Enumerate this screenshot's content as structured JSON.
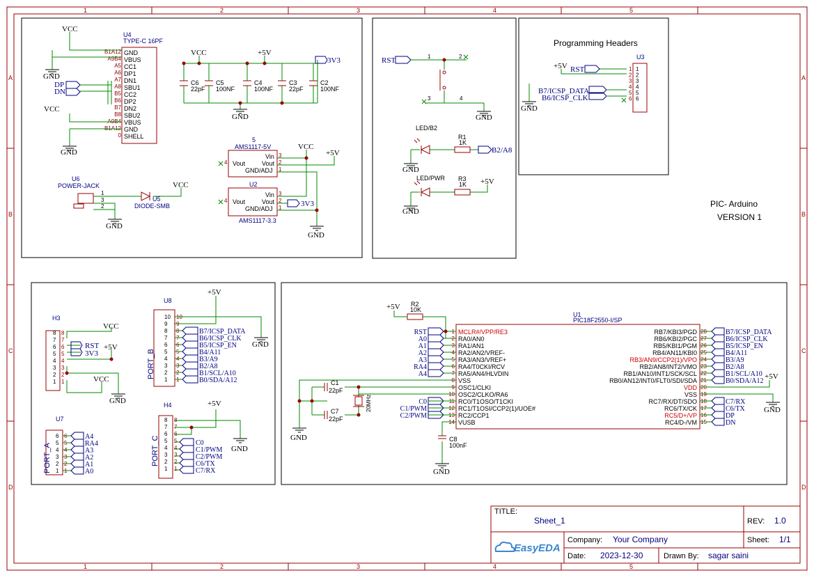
{
  "frame": {
    "columns": [
      "1",
      "2",
      "3",
      "4",
      "5"
    ],
    "rows": [
      "A",
      "B",
      "C",
      "D"
    ]
  },
  "title_block": {
    "title_label": "TITLE:",
    "title": "Sheet_1",
    "rev_label": "REV:",
    "rev": "1.0",
    "company_label": "Company:",
    "company": "Your Company",
    "sheet_label": "Sheet:",
    "sheet": "1/1",
    "date_label": "Date:",
    "date": "2023-12-30",
    "drawn_label": "Drawn By:",
    "drawn_by": "sagar saini",
    "logo_text": "EasyEDA"
  },
  "project": {
    "name": "PIC- Arduino",
    "version": "VERSION 1"
  },
  "power": {
    "vcc": "VCC",
    "p5v": "+5V",
    "gnd": "GND",
    "v3": "3V3"
  },
  "usb": {
    "ref": "U4",
    "part": "TYPE-C 16PF",
    "pins": [
      "GND",
      "VBUS",
      "CC1",
      "DP1",
      "DN1",
      "SBU1",
      "CC2",
      "DP2",
      "DN2",
      "SBU2",
      "VBUS",
      "GND",
      "SHELL"
    ],
    "pin_nums": [
      "B1A12",
      "A9B4",
      "A5",
      "A6",
      "A7",
      "A8",
      "B5",
      "B6",
      "B7",
      "B8",
      "A9B4",
      "B1A12",
      "0"
    ],
    "dp": "DP",
    "dn": "DN"
  },
  "caps_top": [
    {
      "ref": "C6",
      "val": "22pF"
    },
    {
      "ref": "C5",
      "val": "100NF"
    },
    {
      "ref": "C4",
      "val": "100NF"
    },
    {
      "ref": "C3",
      "val": "22pF"
    },
    {
      "ref": "C2",
      "val": "100NF"
    }
  ],
  "regs": [
    {
      "ref": "5",
      "part": "AMS1117-5V",
      "vin": "Vin",
      "vout": "Vout",
      "vout2": "Vout",
      "gnd": "GND/ADJ",
      "p3": "3",
      "p2": "2",
      "p1": "1",
      "p4": "4"
    },
    {
      "ref": "U2",
      "part": "AMS1117-3.3",
      "vin": "Vin",
      "vout": "Vout",
      "vout2": "Vout",
      "gnd": "GND/ADJ",
      "p3": "3",
      "p2": "2",
      "p1": "1",
      "p4": "4"
    }
  ],
  "jack": {
    "ref": "U6",
    "part": "POWER-JACK",
    "p1": "1",
    "p3": "3",
    "p2": "2"
  },
  "diode": {
    "ref": "U5",
    "part": "DIODE-SMB"
  },
  "reset": {
    "net": "RST",
    "p1": "1",
    "p2": "2",
    "p3": "3",
    "p4": "4"
  },
  "leds": [
    {
      "label": "LED/B2",
      "r_ref": "R1",
      "r_val": "1K",
      "net": "B2/A8"
    },
    {
      "label": "LED/PWR",
      "r_ref": "R3",
      "r_val": "1K",
      "net": "+5V"
    }
  ],
  "prog": {
    "title": "Programming Headers",
    "ref": "U3",
    "nets": [
      "+5V",
      "RST",
      "B7/ICSP_DATA",
      "B6/ICSP_CLK"
    ],
    "pins": [
      "1",
      "2",
      "3",
      "4",
      "5",
      "6"
    ]
  },
  "h3": {
    "ref": "H3",
    "pins": [
      "8",
      "7",
      "6",
      "5",
      "4",
      "3",
      "2",
      "1"
    ],
    "nets": [
      "VCC",
      "RST",
      "3V3",
      "+5V",
      "VCC"
    ]
  },
  "port_b": {
    "label": "PORT_B",
    "ref": "U8",
    "pins": [
      "10",
      "9",
      "8",
      "7",
      "6",
      "5",
      "4",
      "3",
      "2",
      "1"
    ],
    "nets": [
      "B7/ICSP_DATA",
      "B6/ICSP_CLK",
      "B5/ICSP_EN",
      "B4/A11",
      "B3/A9",
      "B2/A8",
      "B1/SCL/A10",
      "B0/SDA/A12"
    ]
  },
  "port_a": {
    "label": "PORT_A",
    "ref": "U7",
    "pins": [
      "6",
      "5",
      "4",
      "3",
      "2",
      "1"
    ],
    "nets": [
      "A4",
      "RA4",
      "A3",
      "A2",
      "A1",
      "A0"
    ]
  },
  "port_c": {
    "label": "PORT_C",
    "ref": "H4",
    "pins": [
      "8",
      "7",
      "6",
      "5",
      "4",
      "3",
      "2",
      "1"
    ],
    "nets": [
      "C0",
      "C1/PWM",
      "C2/PWM",
      "C6/TX",
      "C7/RX"
    ]
  },
  "mcu": {
    "ref": "U1",
    "part": "PIC18F2550-I/SP",
    "left_pins": [
      {
        "n": "1",
        "name": "MCLR#/VPP/RE3",
        "net": "",
        "red": true
      },
      {
        "n": "2",
        "name": "RA0/AN0",
        "net": "A0"
      },
      {
        "n": "3",
        "name": "RA1/AN1",
        "net": "A1"
      },
      {
        "n": "4",
        "name": "RA2/AN2/VREF-",
        "net": "A2"
      },
      {
        "n": "5",
        "name": "RA3/AN3/VREF+",
        "net": "A3"
      },
      {
        "n": "6",
        "name": "RA4/T0CKI/RCV",
        "net": "RA4"
      },
      {
        "n": "7",
        "name": "RA5/AN4/HLVDIN",
        "net": "A4"
      },
      {
        "n": "8",
        "name": "VSS",
        "net": ""
      },
      {
        "n": "9",
        "name": "OSC1/CLKI",
        "net": ""
      },
      {
        "n": "10",
        "name": "OSC2/CLKO/RA6",
        "net": ""
      },
      {
        "n": "11",
        "name": "RC0/T1OSO/T1CKI",
        "net": "C0"
      },
      {
        "n": "12",
        "name": "RC1/T1OSI/CCP2(1)/UOE#",
        "net": "C1/PWM"
      },
      {
        "n": "13",
        "name": "RC2/CCP1",
        "net": "C2/PWM"
      },
      {
        "n": "14",
        "name": "VUSB",
        "net": ""
      }
    ],
    "right_pins": [
      {
        "n": "28",
        "name": "RB7/KBI3/PGD",
        "net": "B7/ICSP_DATA"
      },
      {
        "n": "27",
        "name": "RB6/KBI2/PGC",
        "net": "B6/ICSP_CLK"
      },
      {
        "n": "26",
        "name": "RB5/KBI1/PGM",
        "net": "B5/ICSP_EN"
      },
      {
        "n": "25",
        "name": "RB4/AN11/KBI0",
        "net": "B4/A11"
      },
      {
        "n": "24",
        "name": "RB3/AN9/CCP2(1)/VPO",
        "net": "B3/A9",
        "red": true
      },
      {
        "n": "23",
        "name": "RB2/AN8/INT2/VMO",
        "net": "B2/A8"
      },
      {
        "n": "22",
        "name": "RB1/AN10/INT1/SCK/SCL",
        "net": "B1/SCL/A10"
      },
      {
        "n": "21",
        "name": "RB0/AN12/INT0/FLT0/SDI/SDA",
        "net": "B0/SDA/A12"
      },
      {
        "n": "20",
        "name": "VDD",
        "net": "",
        "red": true
      },
      {
        "n": "19",
        "name": "VSS",
        "net": ""
      },
      {
        "n": "18",
        "name": "RC7/RX/DT/SDO",
        "net": "C7/RX"
      },
      {
        "n": "17",
        "name": "RC6/TX/CK",
        "net": "C6/TX"
      },
      {
        "n": "16",
        "name": "RC5/D+/VP",
        "net": "DP",
        "red": true
      },
      {
        "n": "15",
        "name": "RC4/D-/VM",
        "net": "DN"
      }
    ],
    "r2_ref": "R2",
    "r2_val": "10K",
    "c1": {
      "ref": "C1",
      "val": "22pF"
    },
    "c7": {
      "ref": "C7",
      "val": "22pF"
    },
    "c8": {
      "ref": "C8",
      "val": "100nF"
    },
    "xtal": "20MHz",
    "rst": "RST"
  },
  "colors": {
    "frame": "#990000",
    "wire": "#008800",
    "net": "#000080",
    "pin": "#880000"
  }
}
